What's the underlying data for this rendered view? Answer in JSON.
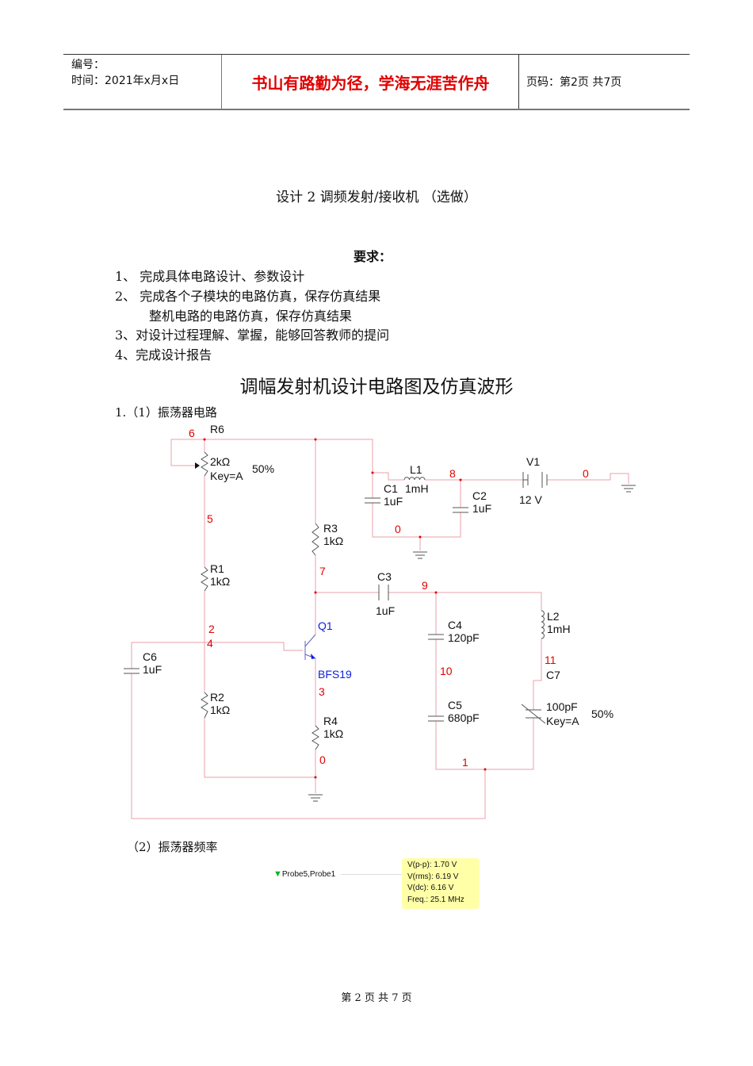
{
  "header": {
    "number_label": "编号：",
    "time_label": "时间：2021年x月x日",
    "motto": "书山有路勤为径，学海无涯苦作舟",
    "page_info": "页码：第2页  共7页"
  },
  "doc": {
    "title": "设计 2   调频发射/接收机    （选做）",
    "requirements_heading": "要求：",
    "requirements": [
      "1、 完成具体电路设计、参数设计",
      "2、 完成各个子模块的电路仿真，保存仿真结果",
      "整机电路的电路仿真，保存仿真结果",
      "3、对设计过程理解、掌握，能够回答教师的提问",
      "4、完成设计报告"
    ],
    "section_title": "调幅发射机设计电路图及仿真波形",
    "sub1": "1.（1）振荡器电路",
    "sub2": "（2）振荡器频率"
  },
  "circuit": {
    "wire_color": "#e8a0a8",
    "labels": {
      "R6": "R6",
      "R6_val": "2kΩ",
      "R6_key": "Key=A",
      "R6_pct": "50%",
      "L1": "L1",
      "L1_val": "1mH",
      "C1": "C1",
      "C1_val": "1uF",
      "C2": "C2",
      "C2_val": "1uF",
      "V1": "V1",
      "V1_val": "12 V",
      "R3": "R3",
      "R3_val": "1kΩ",
      "R1": "R1",
      "R1_val": "1kΩ",
      "C3": "C3",
      "C3_val": "1uF",
      "Q1": "Q1",
      "Q1_model": "BFS19",
      "C6": "C6",
      "C6_val": "1uF",
      "R2": "R2",
      "R2_val": "1kΩ",
      "R4": "R4",
      "R4_val": "1kΩ",
      "C4": "C4",
      "C4_val": "120pF",
      "C5": "C5",
      "C5_val": "680pF",
      "L2": "L2",
      "L2_val": "1mH",
      "C7": "C7",
      "C7_val": "100pF",
      "C7_key": "Key=A",
      "C7_pct": "50%"
    },
    "nodes": [
      "6",
      "8",
      "0",
      "5",
      "0",
      "7",
      "9",
      "2",
      "4",
      "3",
      "10",
      "11",
      "0",
      "1"
    ]
  },
  "probe": {
    "name": "Probe5,Probe1",
    "readings": [
      "V(p-p): 1.70 V",
      "V(rms): 6.19 V",
      "V(dc): 6.16 V",
      "Freq.: 25.1 MHz"
    ]
  },
  "footer": "第 2 页 共 7 页"
}
